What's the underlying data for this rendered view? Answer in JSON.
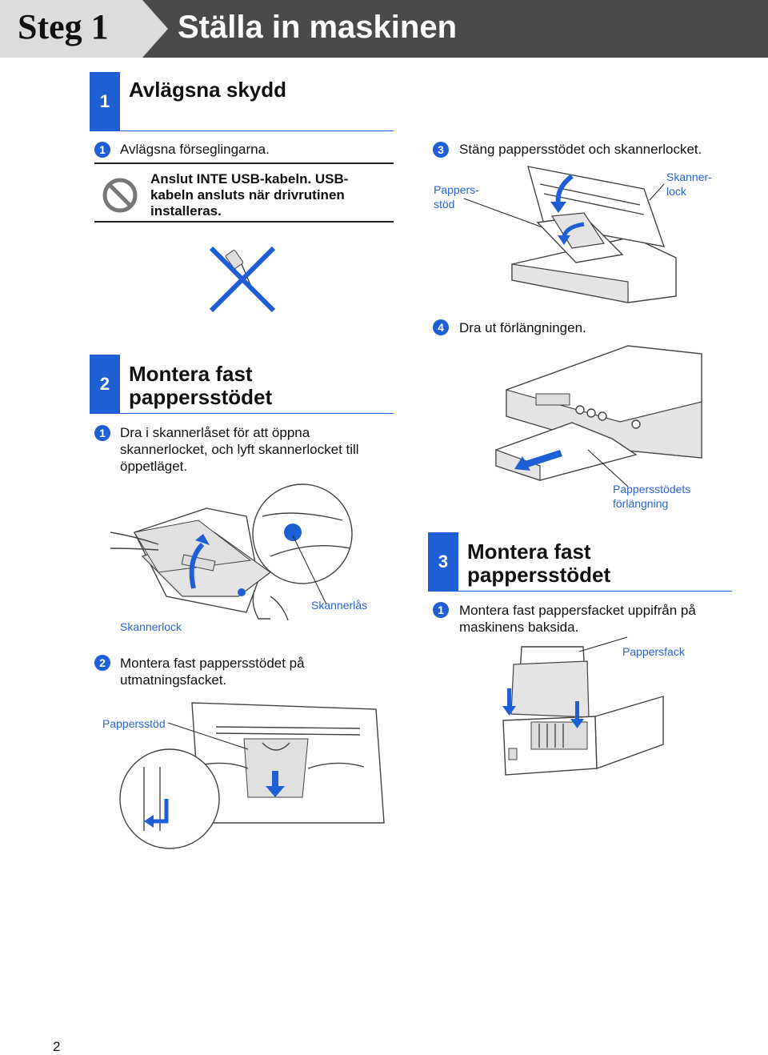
{
  "header": {
    "step": "Steg 1",
    "title": "Ställa in maskinen"
  },
  "section1": {
    "number": "1",
    "title": "Avlägsna skydd",
    "step1": {
      "num": "1",
      "text": "Avlägsna förseglingarna."
    },
    "warning": "Anslut INTE USB-kabeln. USB-kabeln ansluts när drivrutinen installeras.",
    "step3": {
      "num": "3",
      "text": "Stäng pappersstödet och skannerlocket."
    },
    "label_paper_support_1": "Pappers-",
    "label_paper_support_2": "stöd",
    "label_scanner_cover_1": "Skanner-",
    "label_scanner_cover_2": "lock",
    "step4": {
      "num": "4",
      "text": "Dra ut förlängningen."
    },
    "label_extension_1": "Pappersstödets",
    "label_extension_2": "förlängning"
  },
  "section2": {
    "number": "2",
    "title_line1": "Montera fast",
    "title_line2": "pappersstödet",
    "step1": {
      "num": "1",
      "text": "Dra i skannerlåset för att öppna skannerlocket, och lyft skannerlocket till öppetläget."
    },
    "label_scanner_cover": "Skannerlock",
    "label_scanner_lock": "Skannerlås",
    "step2": {
      "num": "2",
      "text": "Montera fast pappersstödet på utmatningsfacket."
    },
    "label_paper_support": "Pappersstöd"
  },
  "section3": {
    "number": "3",
    "title_line1": "Montera fast",
    "title_line2": "pappersstödet",
    "step1": {
      "num": "1",
      "text": "Montera fast pappersfacket uppifrån på maskinens baksida."
    },
    "label_paper_tray": "Pappersfack"
  },
  "footer": {
    "page_number": "2"
  },
  "colors": {
    "accent": "#1f5fd6",
    "header_bg": "#4a4a4a",
    "label": "#2a63d8"
  },
  "icons": [
    "no-entry-icon",
    "usb-cable-crossed-icon",
    "arrow-icon"
  ]
}
